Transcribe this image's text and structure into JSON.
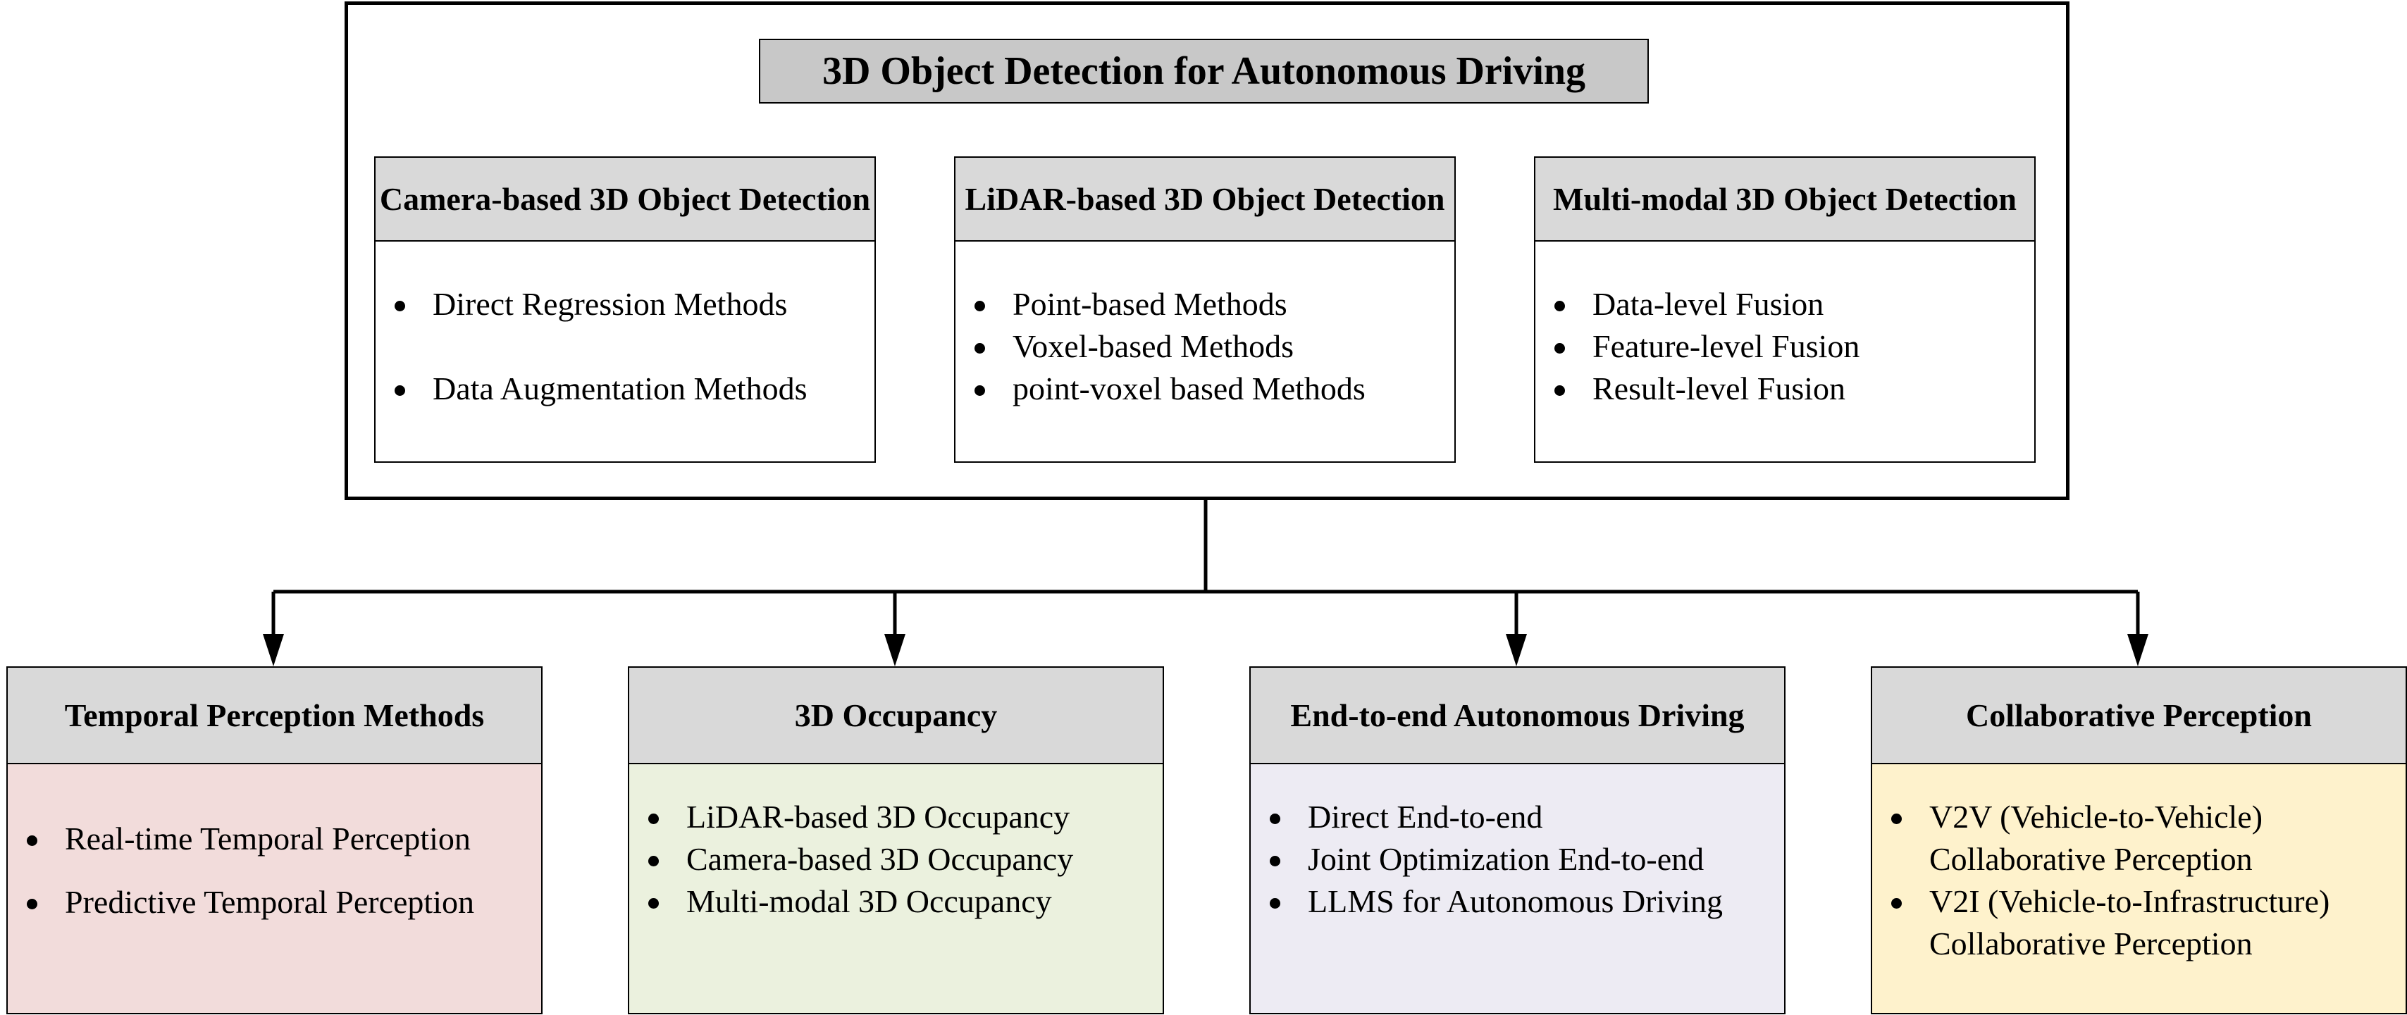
{
  "diagram": {
    "title": "3D Object Detection for Autonomous Driving",
    "categories": [
      {
        "heading": "Camera-based 3D Object Detection",
        "items": [
          "Direct Regression Methods",
          "Data Augmentation Methods"
        ]
      },
      {
        "heading": "LiDAR-based 3D Object Detection",
        "items": [
          "Point-based Methods",
          "Voxel-based Methods",
          "point-voxel based Methods"
        ]
      },
      {
        "heading": "Multi-modal 3D Object Detection",
        "items": [
          "Data-level Fusion",
          "Feature-level Fusion",
          "Result-level Fusion"
        ]
      }
    ],
    "branches": [
      {
        "heading": "Temporal Perception Methods",
        "fill": "#f2dcdb",
        "items": [
          "Real-time Temporal Perception",
          "Predictive Temporal Perception"
        ]
      },
      {
        "heading": "3D Occupancy",
        "fill": "#ebf1de",
        "items": [
          "LiDAR-based 3D Occupancy",
          "Camera-based 3D Occupancy",
          "Multi-modal 3D Occupancy"
        ]
      },
      {
        "heading": "End-to-end Autonomous Driving",
        "fill": "#edebf3",
        "items": [
          "Direct End-to-end",
          "Joint Optimization End-to-end",
          "LLMS for Autonomous Driving"
        ]
      },
      {
        "heading": "Collaborative Perception",
        "fill": "#fef2cc",
        "items": [
          "V2V (Vehicle-to-Vehicle) Collaborative Perception",
          "V2I (Vehicle-to-Infrastructure) Collaborative Perception"
        ]
      }
    ]
  }
}
